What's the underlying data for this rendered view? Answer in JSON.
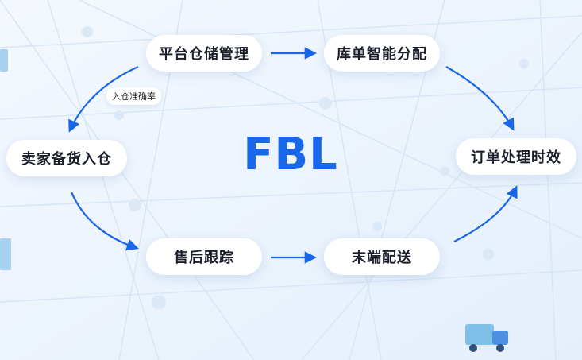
{
  "diagram": {
    "center_title": "FBL",
    "nodes": {
      "platform_warehouse": "平台仓储管理",
      "inventory_allocation": "库单智能分配",
      "seller_inbound": "卖家备货入仓",
      "order_timeliness": "订单处理时效",
      "after_sales": "售后跟踪",
      "last_mile": "末端配送"
    },
    "edge_label": "入仓准确率"
  },
  "colors": {
    "accent": "#1867e8",
    "node_bg": "#ffffff",
    "text": "#1a1f2b"
  }
}
